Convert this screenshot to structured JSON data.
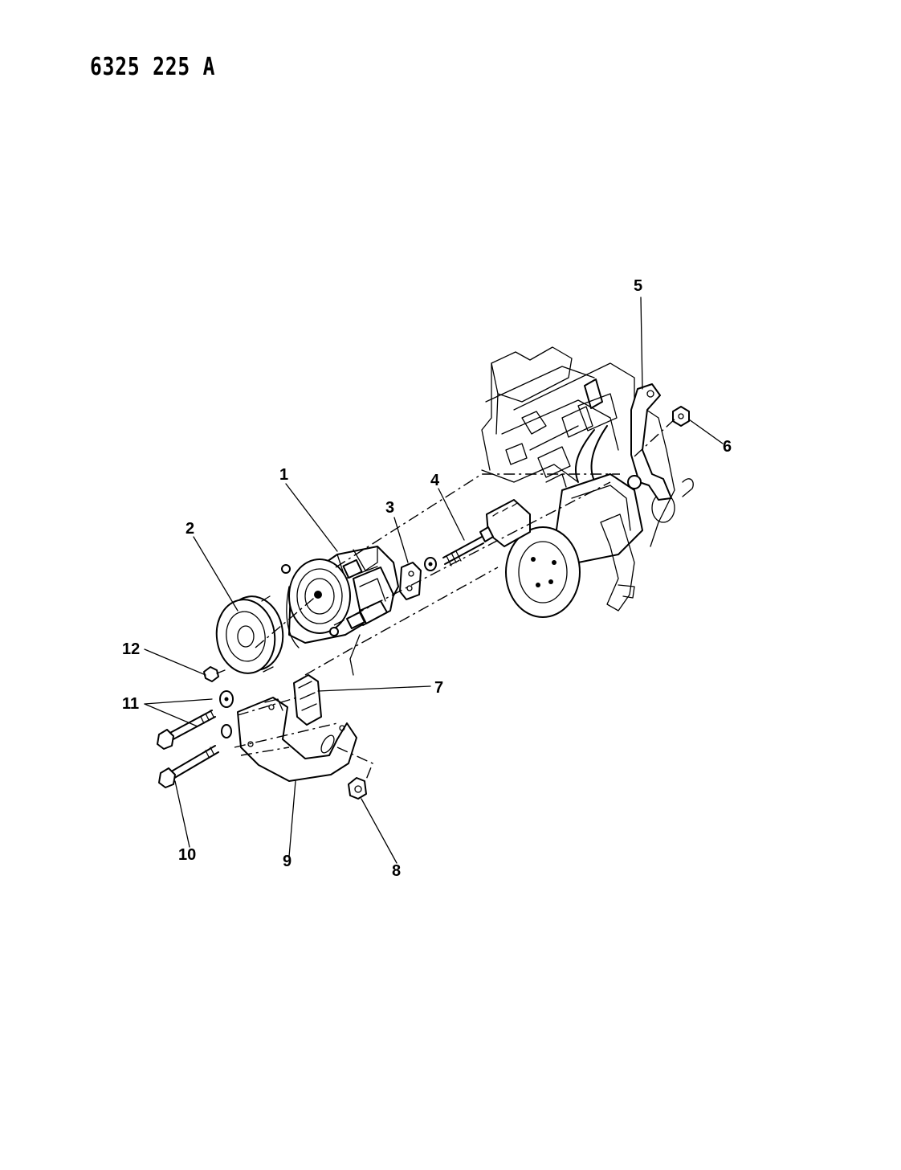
{
  "header": {
    "ref_number": "6325 225 A"
  },
  "callouts": [
    {
      "id": "1",
      "label": "1"
    },
    {
      "id": "2",
      "label": "2"
    },
    {
      "id": "3",
      "label": "3"
    },
    {
      "id": "4",
      "label": "4"
    },
    {
      "id": "5",
      "label": "5"
    },
    {
      "id": "6",
      "label": "6"
    },
    {
      "id": "7",
      "label": "7"
    },
    {
      "id": "8",
      "label": "8"
    },
    {
      "id": "9",
      "label": "9"
    },
    {
      "id": "10",
      "label": "10"
    },
    {
      "id": "11",
      "label": "11"
    },
    {
      "id": "12",
      "label": "12"
    }
  ]
}
